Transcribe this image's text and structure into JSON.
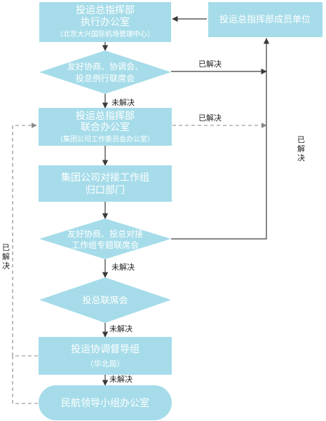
{
  "colors": {
    "node_fill": "#a6dce9",
    "node_text": "#ffffff",
    "line": "#3a3a3a",
    "dashed_line": "#8a8a8a"
  },
  "nodes": {
    "exec_office": {
      "line1": "投运总指挥部",
      "line2": "执行办公室",
      "sub": "（北京大兴国际机场管理中心）"
    },
    "member_units": {
      "label": "投运总指挥部成员单位"
    },
    "decision1": {
      "line1": "友好协商、协调会、",
      "line2": "投总例行联席会"
    },
    "joint_office": {
      "line1": "投运总指挥部",
      "line2": "联合办公室",
      "sub": "（集团公司工作委员会办公室）"
    },
    "group_dept": {
      "line1": "集团公司对接工作组",
      "line2": "归口部门"
    },
    "decision2": {
      "line1": "友好协商、投总对接",
      "line2": "工作组专题联席会"
    },
    "decision3": {
      "label": "投总联席会"
    },
    "supervision": {
      "line1": "投运协调督导组",
      "line2": "（华北局）"
    },
    "leadership": {
      "label": "民航领导小组办公室"
    }
  },
  "edge_labels": {
    "unresolved": "未解决",
    "resolved": "已解决",
    "resolved_vertical": [
      "已",
      "解",
      "决"
    ]
  }
}
